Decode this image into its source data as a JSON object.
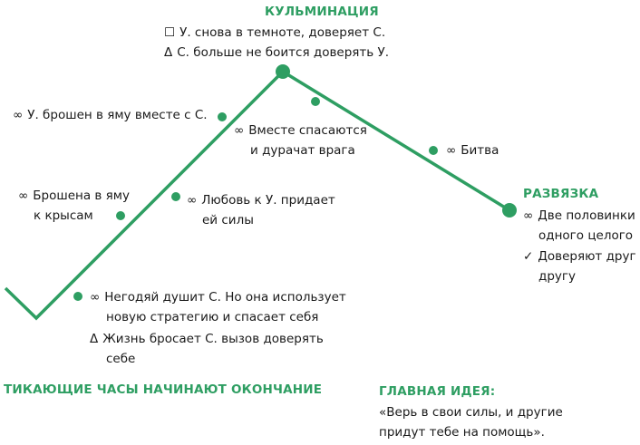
{
  "colors": {
    "accent": "#2e9e62",
    "text": "#1a1a1a"
  },
  "headings": {
    "climax": "КУЛЬМИНАЦИЯ",
    "resolution": "РАЗВЯЗКА",
    "ticking_clock": "ТИКАЮЩИЕ ЧАСЫ НАЧИНАЮТ ОКОНЧАНИЕ",
    "main_idea": "ГЛАВНАЯ ИДЕЯ:"
  },
  "climax_notes": [
    {
      "symbol": "☐",
      "text": "У. снова в темноте, доверяет С."
    },
    {
      "symbol": "Δ",
      "text": "С. больше не боится доверять У."
    }
  ],
  "events": {
    "thrown_in_pit_with": {
      "symbol": "∞",
      "text": "У. брошен в яму вместе с С."
    },
    "escape_together": {
      "symbol": "∞",
      "line1": "Вместе спасаются",
      "line2": "и дурачат врага"
    },
    "battle": {
      "symbol": "∞",
      "text": "Битва"
    },
    "thrown_to_rats": {
      "symbol": "∞",
      "line1": "Брошена в яму",
      "line2": "к крысам"
    },
    "love_gives_strength": {
      "symbol": "∞",
      "line1": "Любовь к У. придает",
      "line2": "ей силы"
    },
    "villain_strangles": {
      "symbol": "∞",
      "line1": "Негодяй душит С. Но она использует",
      "line2": "новую стратегию и спасает себя"
    },
    "life_challenges": {
      "symbol": "Δ",
      "line1": "Жизнь бросает С. вызов доверять",
      "line2": "себе"
    }
  },
  "resolution_notes": [
    {
      "symbol": "∞",
      "line1": "Две половинки",
      "line2": "одного целого"
    },
    {
      "symbol": "✓",
      "line1": "Доверяют друг",
      "line2": "другу"
    }
  ],
  "main_idea_text": {
    "line1": "«Верь в свои силы, и другие",
    "line2": "придут тебе на помощь»."
  }
}
